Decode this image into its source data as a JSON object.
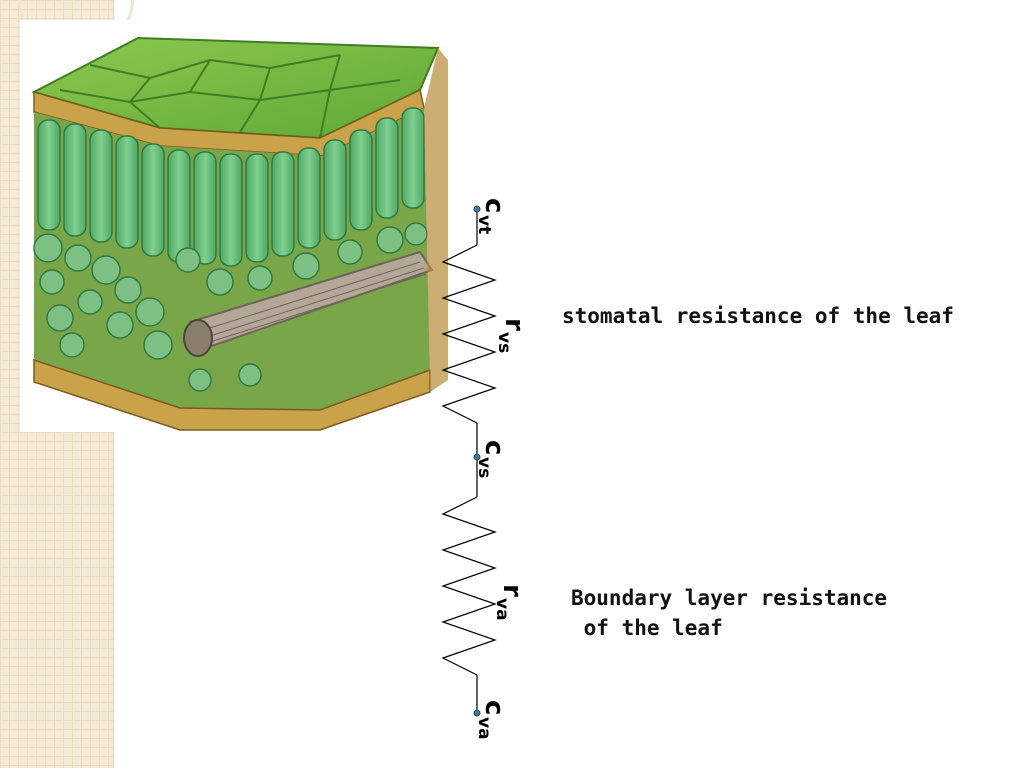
{
  "labels": {
    "c_vt": {
      "main": "c",
      "sub": "vt"
    },
    "r_vs": {
      "main": "r",
      "sub": "vs"
    },
    "c_vs": {
      "main": "c",
      "sub": "vs"
    },
    "r_va": {
      "main": "r",
      "sub": "va"
    },
    "c_va": {
      "main": "c",
      "sub": "va"
    }
  },
  "captions": {
    "stomatal": "stomatal resistance of the leaf",
    "boundary_line1": "Boundary layer resistance",
    "boundary_line2": " of the leaf"
  },
  "leaf_image": {
    "icon": "leaf-cross-section-illustration",
    "watermark": ""
  },
  "colors": {
    "epidermis_top": "#6fb33f",
    "palisade": "#5fb874",
    "spongy": "#7cc083",
    "cuticle": "#c9a24a",
    "vein": "#9b8f80",
    "node": "#3a7d9c"
  }
}
